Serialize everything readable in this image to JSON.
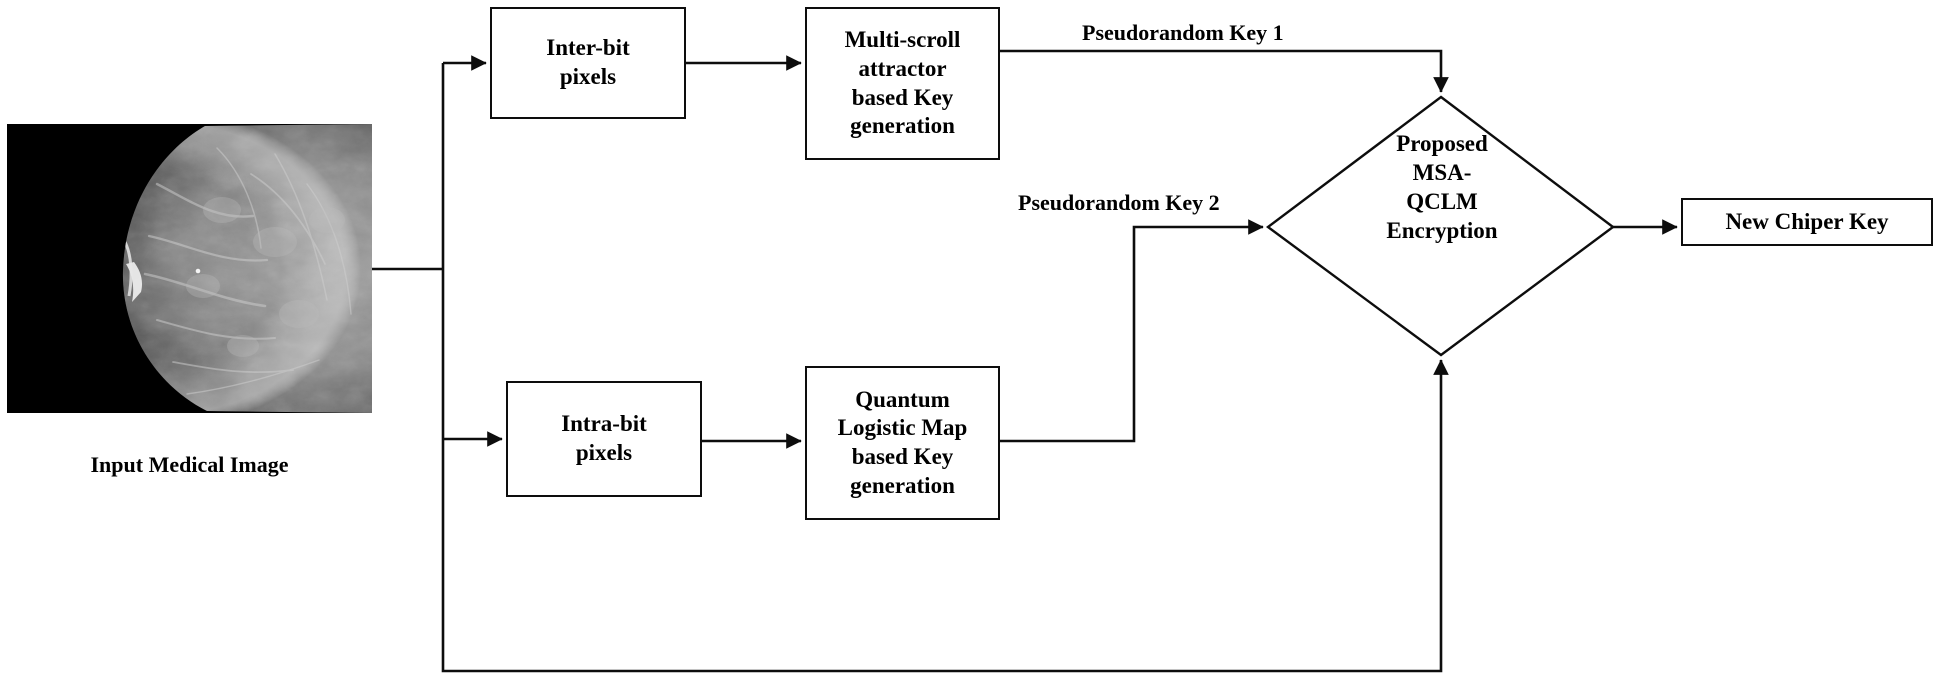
{
  "diagram": {
    "title": "Proposed MSA-QCLM medical image encryption block diagram",
    "type": "flowchart",
    "background_color": "#ffffff",
    "line_color": "#0d0d0d"
  },
  "input_image": {
    "caption": "Input Medical Image",
    "kind": "mammogram-grayscale",
    "background_color": "#000000"
  },
  "nodes": {
    "inter_bit": {
      "label": "Inter-bit\npixels",
      "shape": "rectangle"
    },
    "intra_bit": {
      "label": "Intra-bit\npixels",
      "shape": "rectangle"
    },
    "msa_key": {
      "label": "Multi-scroll\nattractor\nbased Key\ngeneration",
      "shape": "rectangle"
    },
    "qlm_key": {
      "label": "Quantum\nLogistic Map\nbased Key\ngeneration",
      "shape": "rectangle"
    },
    "encryption": {
      "label": "Proposed\nMSA-\nQCLM\nEncryption",
      "shape": "diamond"
    },
    "cipher_key": {
      "label": "New Chiper Key",
      "shape": "rectangle"
    }
  },
  "edge_labels": {
    "key1": "Pseudorandom Key 1",
    "key2": "Pseudorandom Key 2"
  }
}
